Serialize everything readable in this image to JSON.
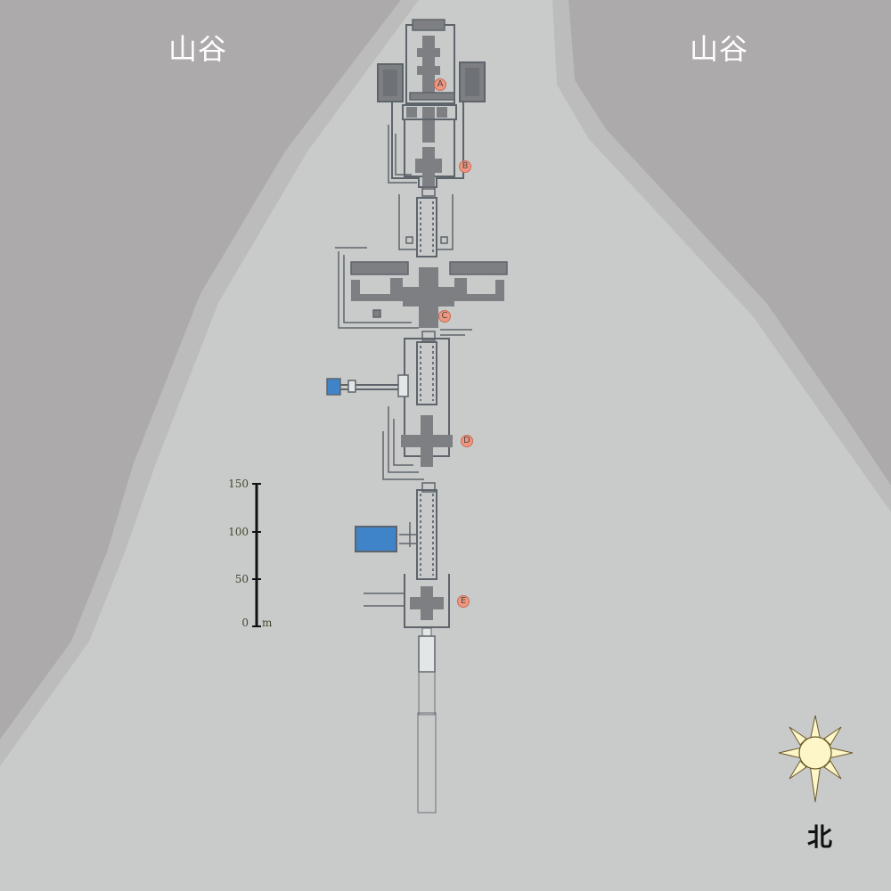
{
  "labels": {
    "valley_left": "山谷",
    "valley_right": "山谷",
    "north": "北"
  },
  "markers": {
    "a": "A",
    "b": "B",
    "c": "C",
    "d": "D",
    "e": "E"
  },
  "scale_bar": {
    "ticks": [
      "150",
      "100",
      "50",
      "0"
    ],
    "unit": "m"
  },
  "colors": {
    "ground": "#c9cbcb",
    "valley": "#acaaab",
    "building": "#7d7f83",
    "outline": "#5e646b",
    "water": "#3f83c8",
    "marker": "#f0977f",
    "sun": "#fdf6c8"
  },
  "icons": {
    "compass": "sun-compass-icon"
  }
}
